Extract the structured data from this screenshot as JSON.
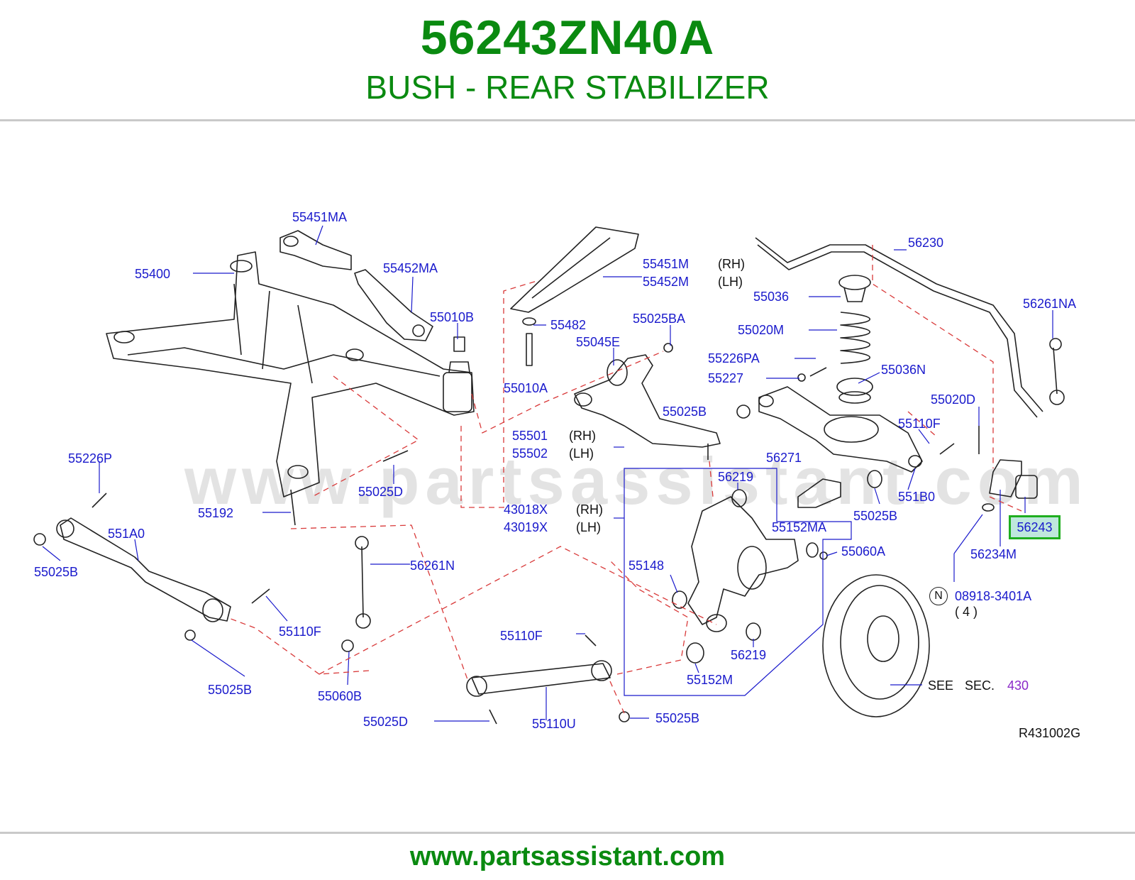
{
  "header": {
    "part_number": "56243ZN40A",
    "description": "BUSH - REAR STABILIZER"
  },
  "watermark": "www.partsassistant.com",
  "footer": {
    "url": "www.partsassistant.com"
  },
  "diagram": {
    "code": "R431002G",
    "highlighted_part": "56243",
    "labels": {
      "l55451MA": "55451MA",
      "l55400": "55400",
      "l55452MA": "55452MA",
      "l55010B": "55010B",
      "l55451M": "55451M",
      "l55451M_side": "(RH)",
      "l55452M": "55452M",
      "l55452M_side": "(LH)",
      "l55482": "55482",
      "l55025BA": "55025BA",
      "l55045E": "55045E",
      "l55010A": "55010A",
      "l56230": "56230",
      "l55036": "55036",
      "l55020M": "55020M",
      "l56261NA": "56261NA",
      "l55226PA": "55226PA",
      "l55227": "55227",
      "l55036N": "55036N",
      "l55025B_a": "55025B",
      "l55020D": "55020D",
      "l55110F_a": "55110F",
      "l55501": "55501",
      "l55501_side": "(RH)",
      "l55502": "55502",
      "l55502_side": "(LH)",
      "l56271": "56271",
      "l55226P": "55226P",
      "l56219_a": "56219",
      "l551B0": "551B0",
      "l55025D_a": "55025D",
      "l55192": "55192",
      "l55025B_b": "55025B",
      "l43018X": "43018X",
      "l43018X_side": "(RH)",
      "l43019X": "43019X",
      "l43019X_side": "(LH)",
      "l55152MA": "55152MA",
      "l551A0": "551A0",
      "l56234M": "56234M",
      "l55060A": "55060A",
      "l55025B_c": "55025B",
      "l56261N": "56261N",
      "l55148": "55148",
      "l08918": "08918-3401A",
      "l08918_qty": "( 4 )",
      "l55110F_b": "55110F",
      "l55110F_c": "55110F",
      "l56219_b": "56219",
      "l55025B_d": "55025B",
      "l55060B": "55060B",
      "l55152M": "55152M",
      "see": "SEE",
      "sec": "SEC.",
      "sec_num": "430",
      "l55025D_b": "55025D",
      "l55110U": "55110U",
      "l55025B_e": "55025B",
      "n_mark": "N"
    }
  }
}
